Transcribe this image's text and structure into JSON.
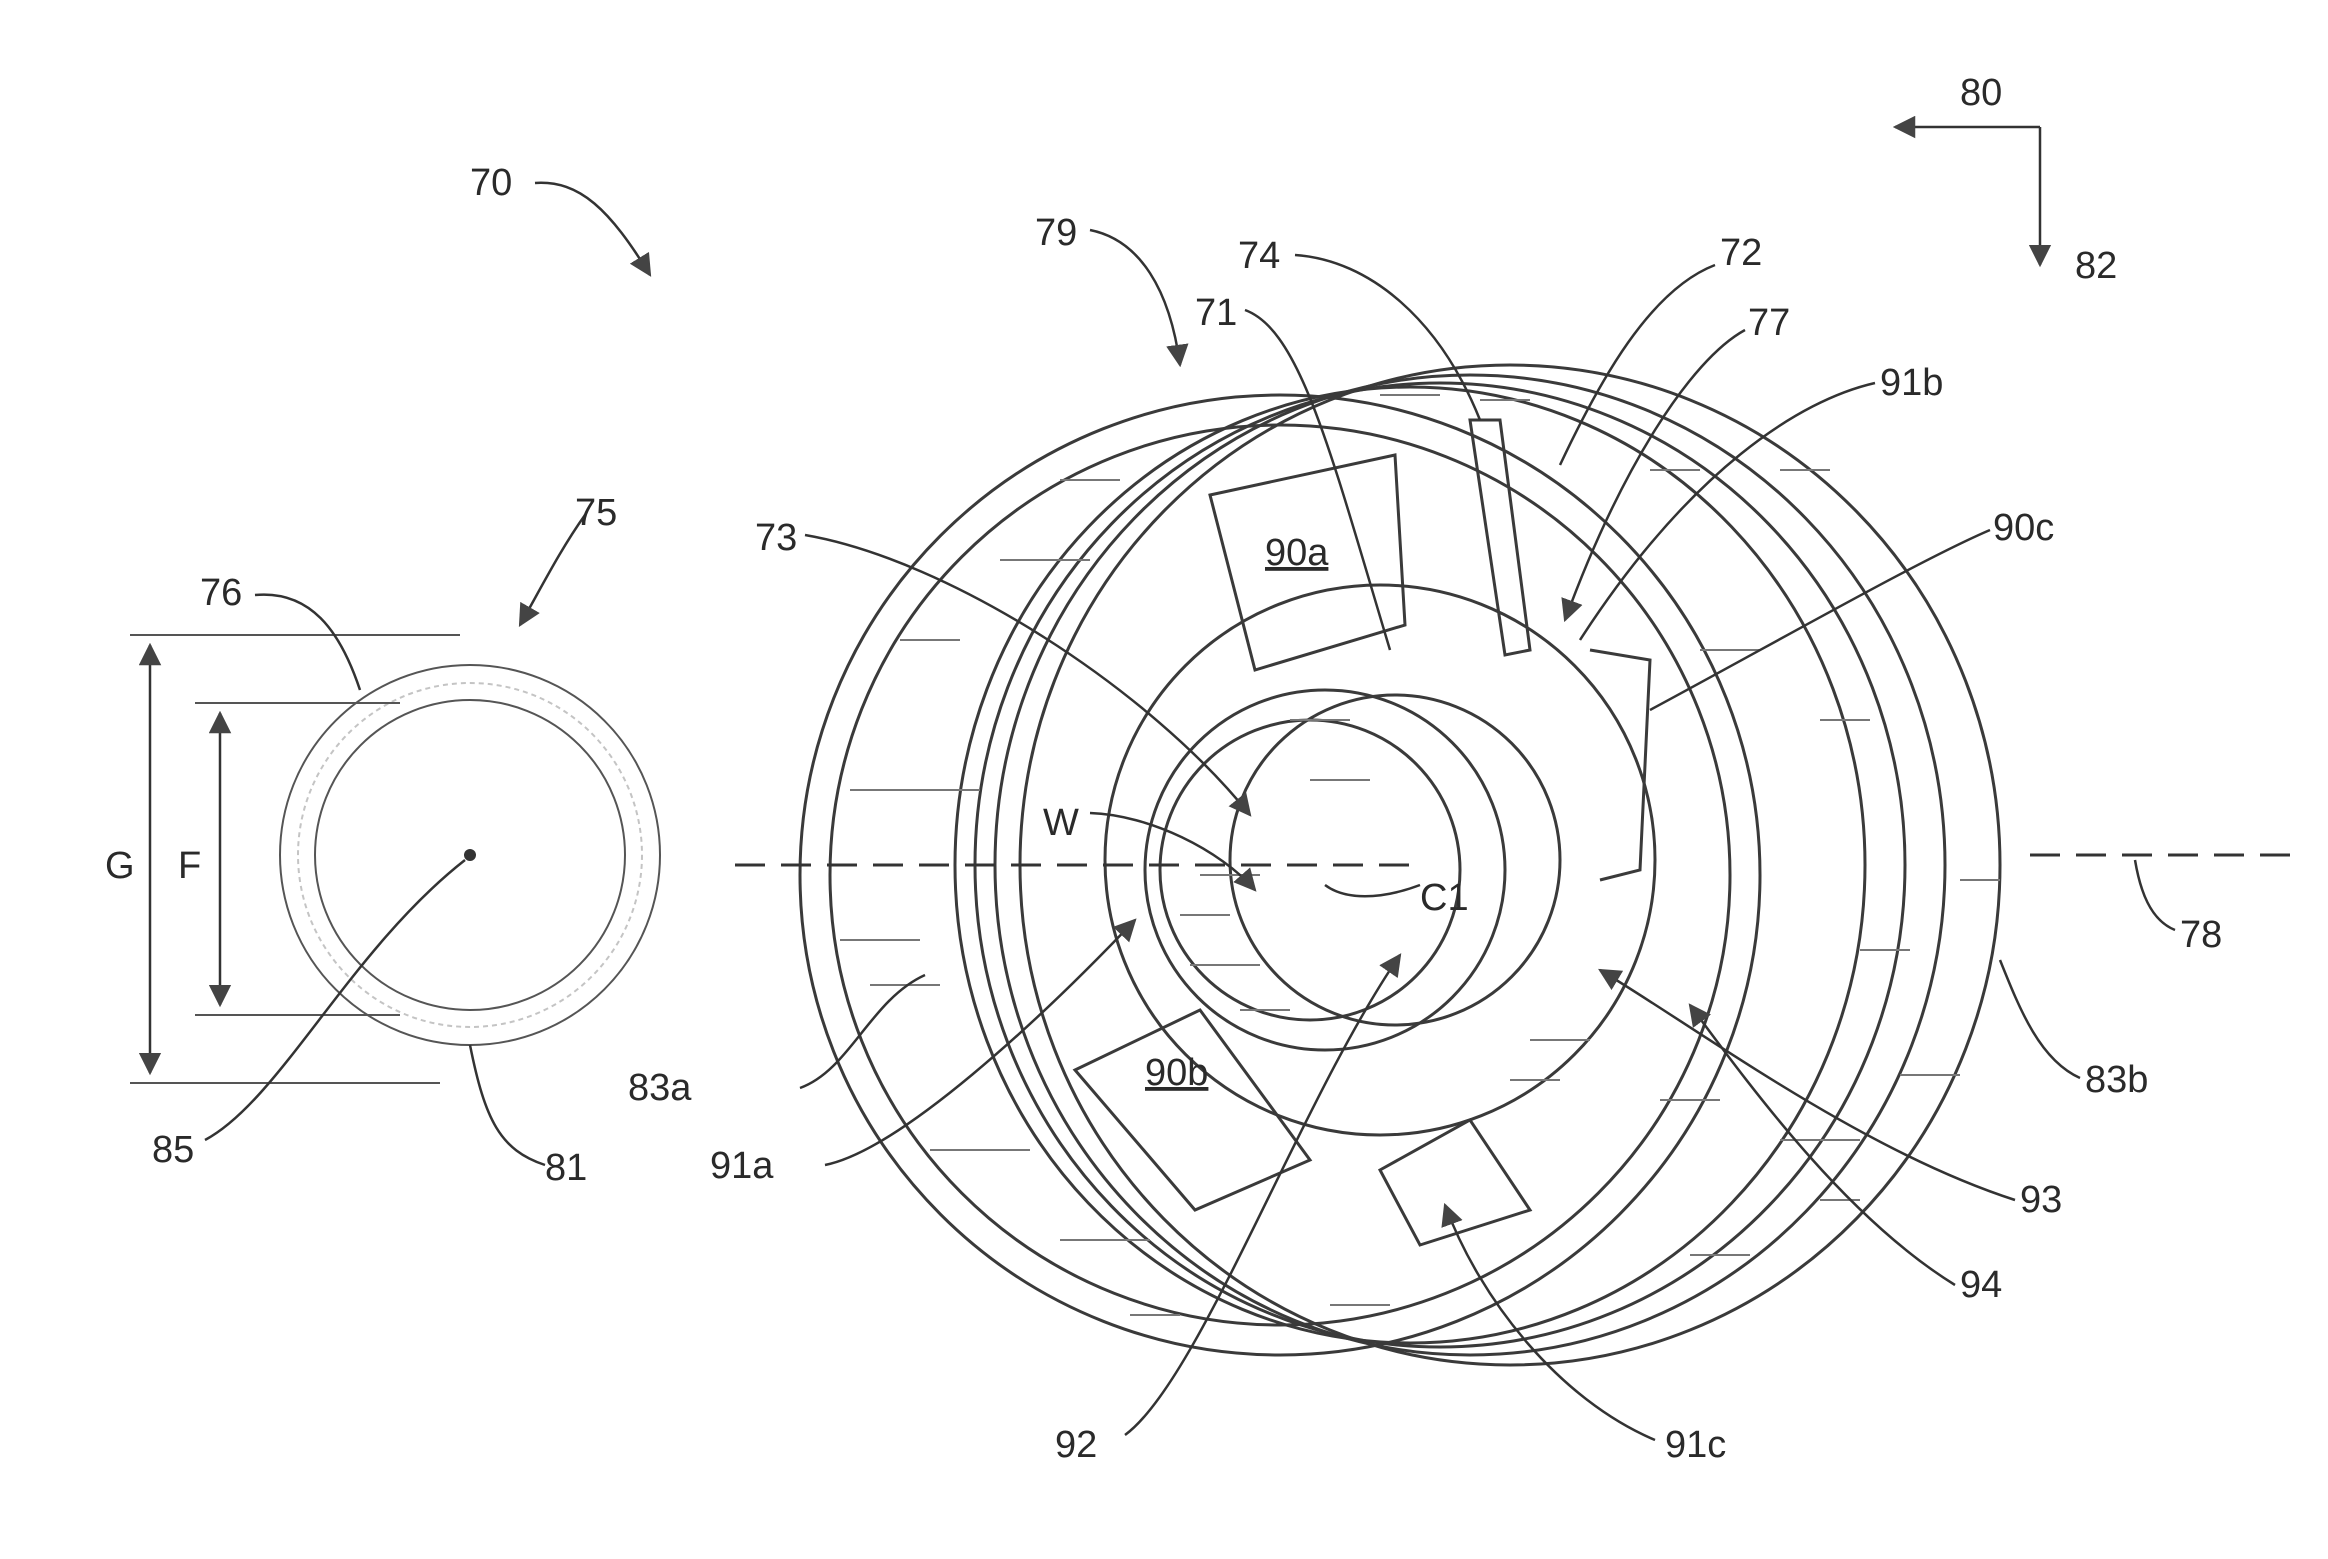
{
  "figure": {
    "labels": {
      "l70": "70",
      "l75": "75",
      "l76": "76",
      "l85": "85",
      "l81": "81",
      "lG": "G",
      "lF": "F",
      "l79": "79",
      "l74": "74",
      "l71": "71",
      "l72": "72",
      "l77": "77",
      "l91b": "91b",
      "l73": "73",
      "l90a": "90a",
      "l90b": "90b",
      "l90c": "90c",
      "lW": "W",
      "lC1": "C1",
      "l83a": "83a",
      "l83b": "83b",
      "l91a": "91a",
      "l92": "92",
      "l91c": "91c",
      "l93": "93",
      "l94": "94",
      "l78": "78",
      "l80": "80",
      "l82": "82"
    },
    "colors": {
      "line": "#3a3a3a",
      "background": "#ffffff"
    }
  }
}
